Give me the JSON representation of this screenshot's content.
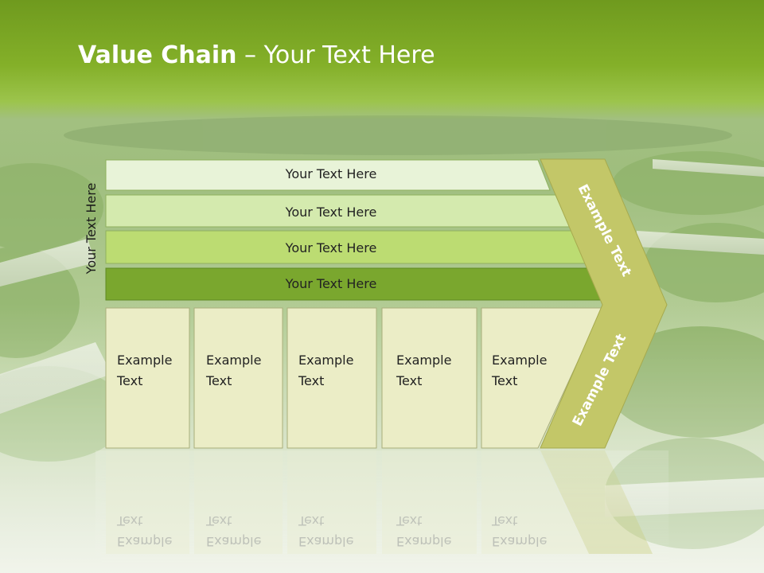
{
  "title": {
    "bold": "Value Chain",
    "rest": " – Your Text Here"
  },
  "side_label": "Your Text Here",
  "bars": [
    {
      "label": "Your Text Here"
    },
    {
      "label": "Your Text Here"
    },
    {
      "label": "Your Text Here"
    },
    {
      "label": "Your Text Here"
    }
  ],
  "columns": [
    {
      "line1": "Example",
      "line2": "Text"
    },
    {
      "line1": "Example",
      "line2": "Text"
    },
    {
      "line1": "Example",
      "line2": "Text"
    },
    {
      "line1": "Example",
      "line2": "Text"
    },
    {
      "line1": "Example",
      "line2": "Text"
    }
  ],
  "chevron": {
    "top_label": "Example Text",
    "bottom_label": "Example Text"
  },
  "colors": {
    "bar1": "#e8f3d8",
    "bar2": "#d4eaae",
    "bar3": "#bcdc72",
    "bar4": "#7aa72e",
    "column": "#ebedc6",
    "chevron": "#c3c768"
  }
}
